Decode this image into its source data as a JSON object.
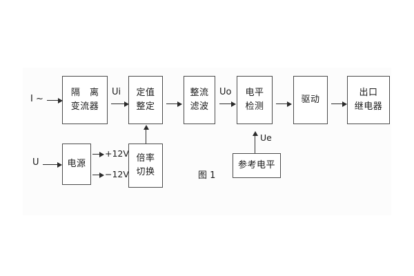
{
  "figure": {
    "caption": "图 1"
  },
  "boxes": {
    "isolation_ct": {
      "line1": "隔 离",
      "line2": "变流器"
    },
    "setting": {
      "line1": "定值",
      "line2": "整定"
    },
    "rectify_filter": {
      "line1": "整流",
      "line2": "滤波"
    },
    "level_detect": {
      "line1": "电平",
      "line2": "检测"
    },
    "drive": {
      "line1": "驱动"
    },
    "output_relay": {
      "line1": "出口",
      "line2": "继电器"
    },
    "power_supply": {
      "line1": "电源"
    },
    "multiplier_switch": {
      "line1": "倍率",
      "line2": "切换"
    },
    "reference_level": {
      "line1": "参考电平"
    }
  },
  "signals": {
    "current_input": "I ~",
    "voltage_input": "U",
    "ui": "Ui",
    "uo": "Uo",
    "ue": "Ue",
    "rail_positive": "+12V",
    "rail_negative": "−12V"
  },
  "colors": {
    "stroke": "#4a4a4a",
    "arrow": "#2b2b2b",
    "text": "#1a1a1a",
    "background": "#ffffff",
    "panel": "#fcfcfc"
  }
}
